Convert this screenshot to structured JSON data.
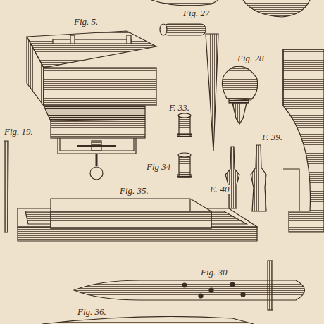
{
  "diagram": {
    "labels": [
      "Fig. 5.",
      "Fig. 27",
      "Fig. 28",
      "F. 33.",
      "Fig. 19.",
      "F. 39.",
      "Fig 34",
      "E. 40",
      "Fig. 35.",
      "Fig. 30",
      "Fig. 36."
    ]
  }
}
